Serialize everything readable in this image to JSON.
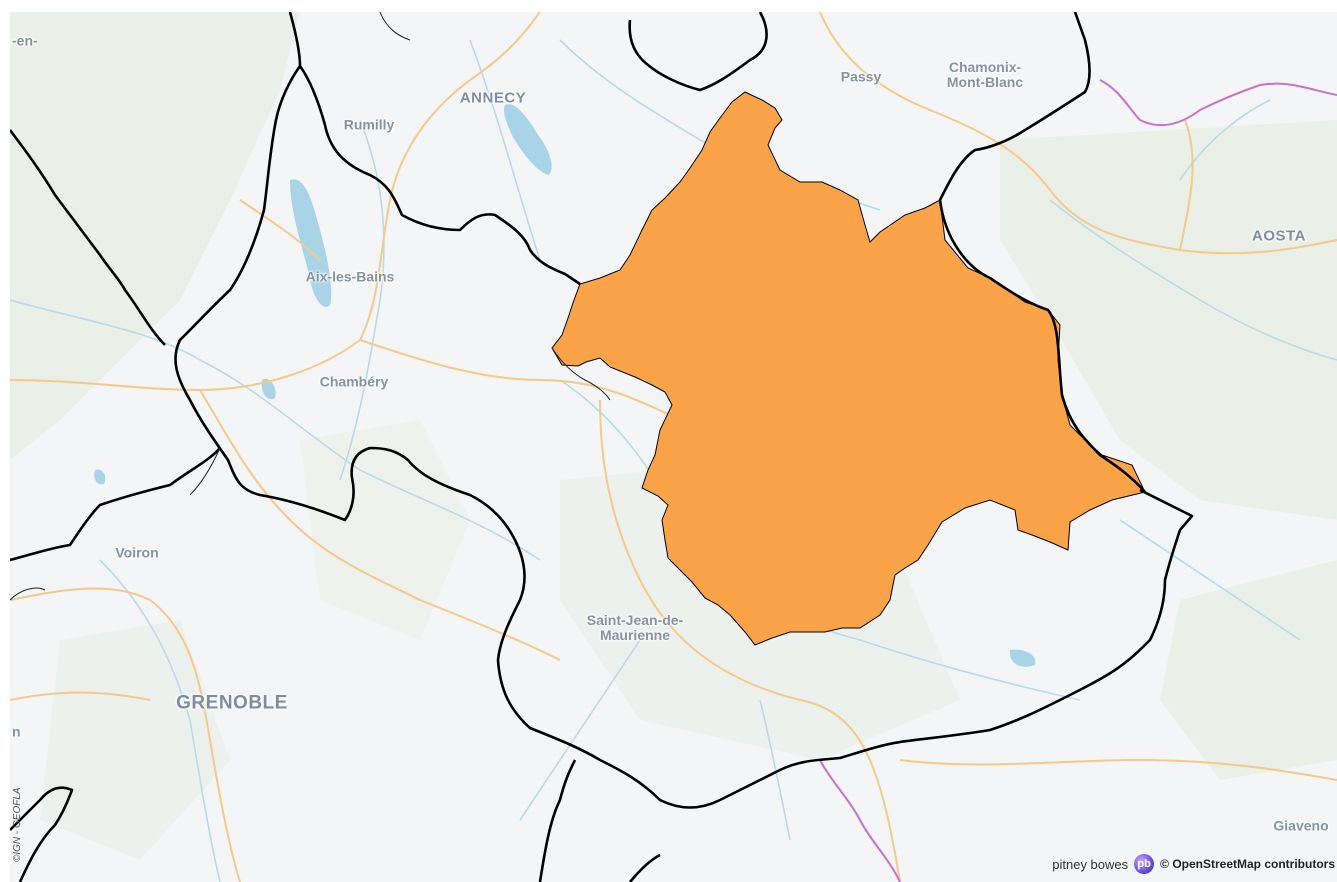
{
  "map": {
    "cities": [
      {
        "id": "annecy",
        "label": "ANNECY",
        "size": "big"
      },
      {
        "id": "rumilly",
        "label": "Rumilly",
        "size": "normal"
      },
      {
        "id": "passy",
        "label": "Passy",
        "size": "normal"
      },
      {
        "id": "chamonix",
        "label": "Chamonix-\nMont-Blanc",
        "size": "normal"
      },
      {
        "id": "aosta",
        "label": "AOSTA",
        "size": "big"
      },
      {
        "id": "aix",
        "label": "Aix-les-Bains",
        "size": "normal"
      },
      {
        "id": "chambery",
        "label": "Chambéry",
        "size": "normal"
      },
      {
        "id": "voiron",
        "label": "Voiron",
        "size": "normal"
      },
      {
        "id": "grenoble",
        "label": "GRENOBLE",
        "size": "huge"
      },
      {
        "id": "stjean",
        "label": "Saint-Jean-de-\nMaurienne",
        "size": "normal"
      },
      {
        "id": "giaveno",
        "label": "Giaveno",
        "size": "normal"
      },
      {
        "id": "left-cut-1",
        "label": "-en-",
        "size": "normal"
      },
      {
        "id": "left-cut-2",
        "label": "n",
        "size": "normal"
      }
    ],
    "highlight_color": "#fba349",
    "border_color": "#000000"
  },
  "credits": {
    "ign": "©IGN - GEOFLA",
    "provider": "pitney bowes",
    "osm": "© OpenStreetMap contributors"
  }
}
